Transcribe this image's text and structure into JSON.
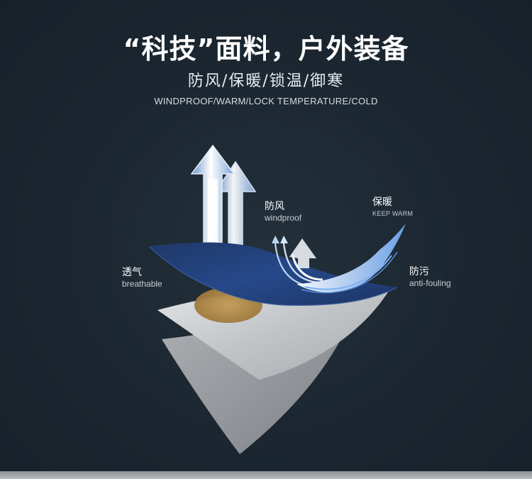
{
  "header": {
    "headline": "“科技”面料，户外装备",
    "subline_cn": "防风/保暖/锁温/御寒",
    "subline_en": "WINDPROOF/WARM/LOCK TEMPERATURE/COLD"
  },
  "features": {
    "windproof": {
      "cn": "防风",
      "en": "windproof"
    },
    "keep_warm": {
      "cn": "保暖",
      "en": "KEEP WARM"
    },
    "breathable": {
      "cn": "透气",
      "en": "breathable"
    },
    "anti_fouling": {
      "cn": "防污",
      "en": "anti-fouling"
    }
  },
  "colors": {
    "background": "#1b2630",
    "fabric_outer": "#1f3d72",
    "fabric_middle": "#c9cbcd",
    "fabric_inner": "#9a9c9f",
    "membrane_spot": "#b48a4a",
    "arrow_blue": "#7fb0ef"
  },
  "icons": [
    "breathable-arrows-icon",
    "wind-arrows-icon",
    "warm-arrow-icon",
    "fabric-layers-icon"
  ]
}
